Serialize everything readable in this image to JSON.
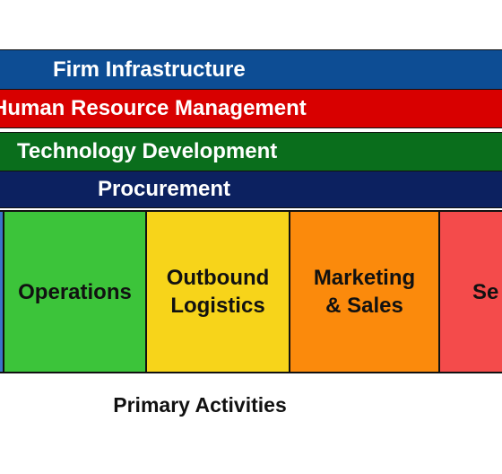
{
  "support_activities": [
    {
      "label": "Firm Infrastructure",
      "color": "#0d4d94"
    },
    {
      "label": "Human Resource Management",
      "color": "#d80000"
    },
    {
      "label": "Technology Development",
      "color": "#0a6e1c"
    },
    {
      "label": "Procurement",
      "color": "#0c2160"
    }
  ],
  "primary_activities": [
    {
      "label": "",
      "color": "#3a74c8"
    },
    {
      "label": "Operations",
      "color": "#3cc43a"
    },
    {
      "label": "Outbound\nLogistics",
      "color": "#f7d41a"
    },
    {
      "label": "Marketing\n& Sales",
      "color": "#fb8a0c"
    },
    {
      "label": "Se",
      "color": "#f44b4b"
    }
  ],
  "primary_label": "Primary Activities"
}
